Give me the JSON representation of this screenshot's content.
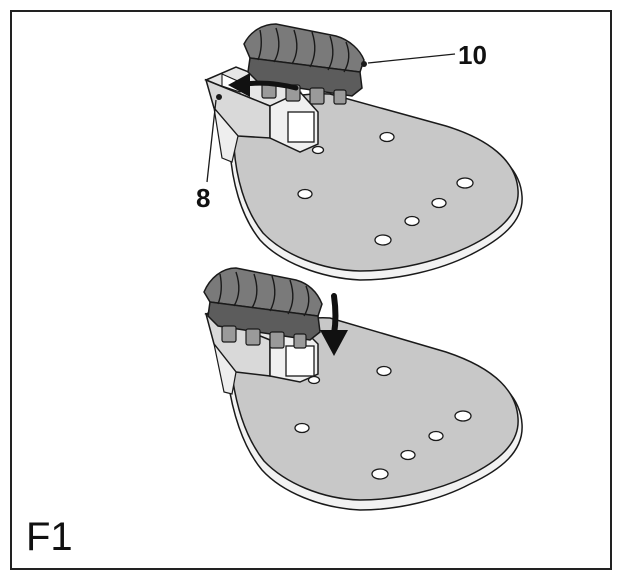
{
  "figure": {
    "label": "F1",
    "callouts": {
      "ten": "10",
      "eight": "8"
    }
  },
  "colors": {
    "plate": "#c8c8c8",
    "plate_edge": "#f2f2f2",
    "outline": "#1a1a1a",
    "block_top": "#7a7a7a",
    "block_side": "#5c5c5c",
    "bracket": "#e6e6e6",
    "arrow": "#111111"
  },
  "icons": {
    "move_arrow": "arrow-left-icon",
    "press_arrow": "arrow-down-icon"
  }
}
